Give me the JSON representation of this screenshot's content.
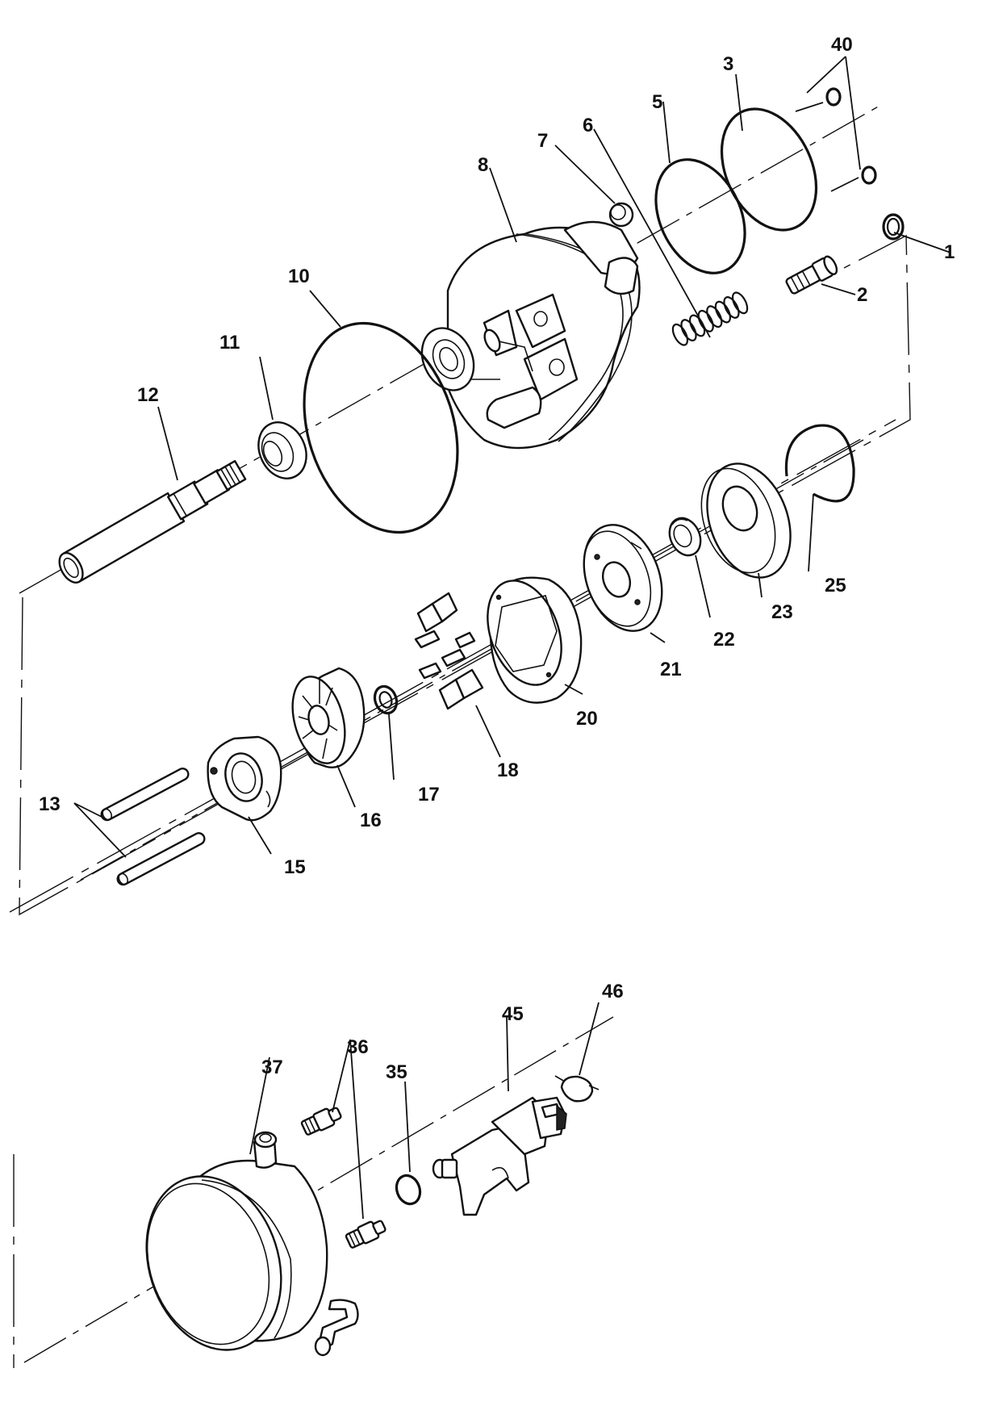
{
  "diagram": {
    "labels": {
      "p1": "1",
      "p2": "2",
      "p3": "3",
      "p5": "5",
      "p6": "6",
      "p7": "7",
      "p8": "8",
      "p10": "10",
      "p11": "11",
      "p12": "12",
      "p13": "13",
      "p15": "15",
      "p16": "16",
      "p17": "17",
      "p18": "18",
      "p20": "20",
      "p21": "21",
      "p22": "22",
      "p23": "23",
      "p25": "25",
      "p35": "35",
      "p36": "36",
      "p37": "37",
      "p40": "40",
      "p45": "45",
      "p46": "46"
    }
  }
}
